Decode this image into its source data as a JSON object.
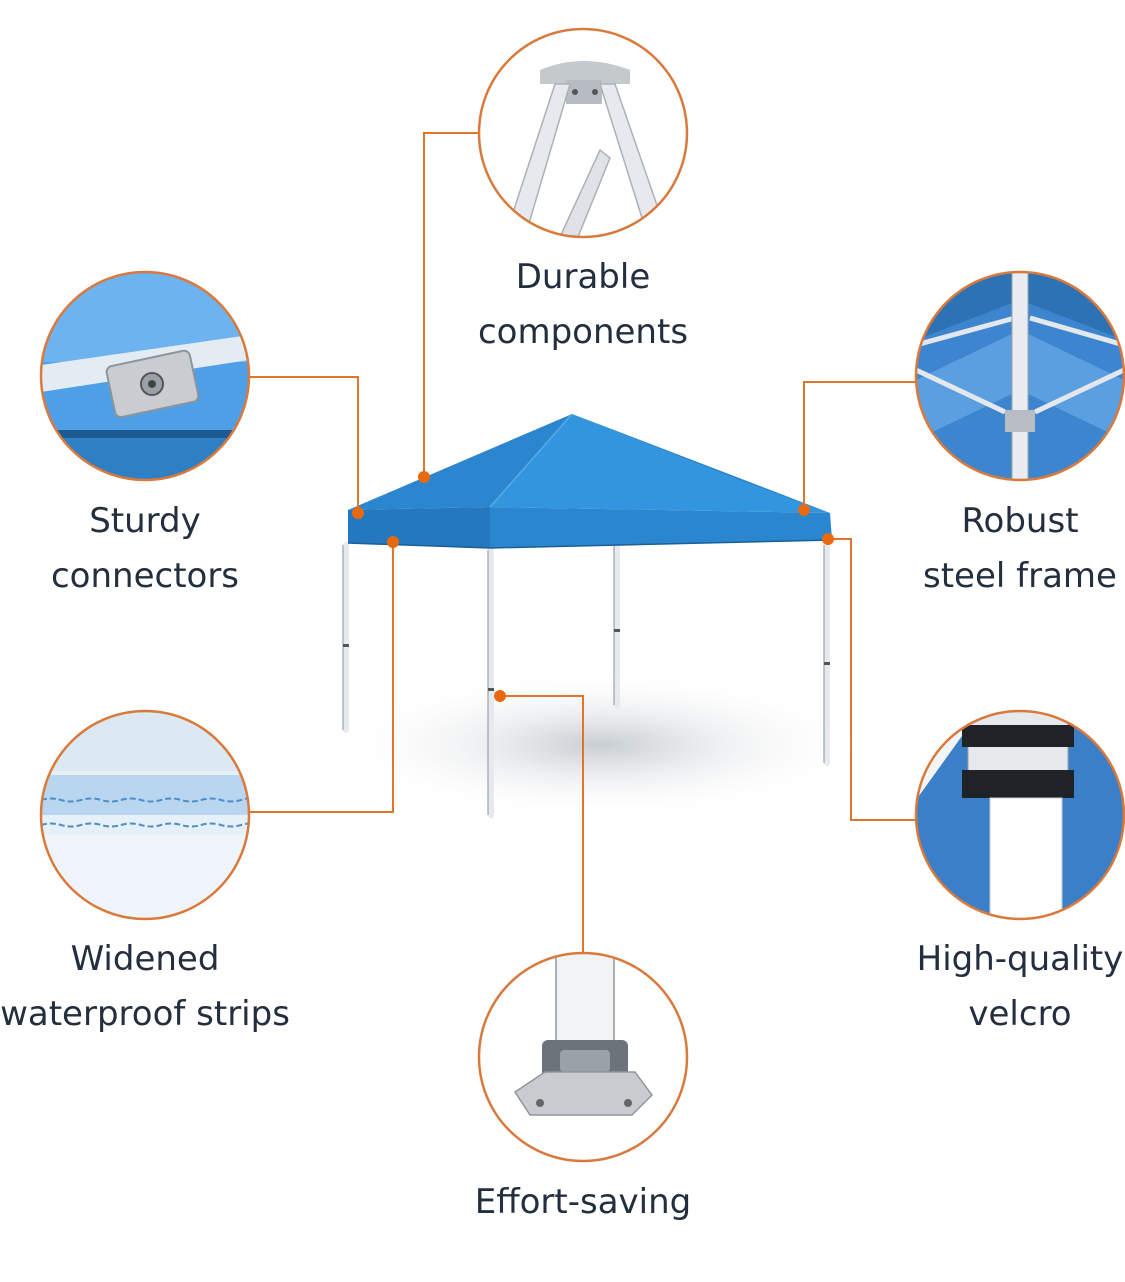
{
  "features": [
    {
      "id": "top",
      "lines": [
        "Durable",
        "components"
      ]
    },
    {
      "id": "left-upper",
      "lines": [
        "Sturdy",
        "connectors"
      ]
    },
    {
      "id": "right-upper",
      "lines": [
        "Robust",
        "steel frame"
      ]
    },
    {
      "id": "left-lower",
      "lines": [
        "Widened",
        "waterproof strips"
      ]
    },
    {
      "id": "right-lower",
      "lines": [
        "High-quality",
        "velcro"
      ]
    },
    {
      "id": "bottom",
      "lines": [
        "Effort-saving"
      ]
    }
  ],
  "colors": {
    "canopy": "#2f8fd8",
    "canopy_dark": "#1f6fb6",
    "frame": "#e9edf1",
    "callout_line": "#e0762a",
    "callout_dot": "#e8690f",
    "circle_border": "#d97a3c",
    "text": "#232f3e"
  }
}
